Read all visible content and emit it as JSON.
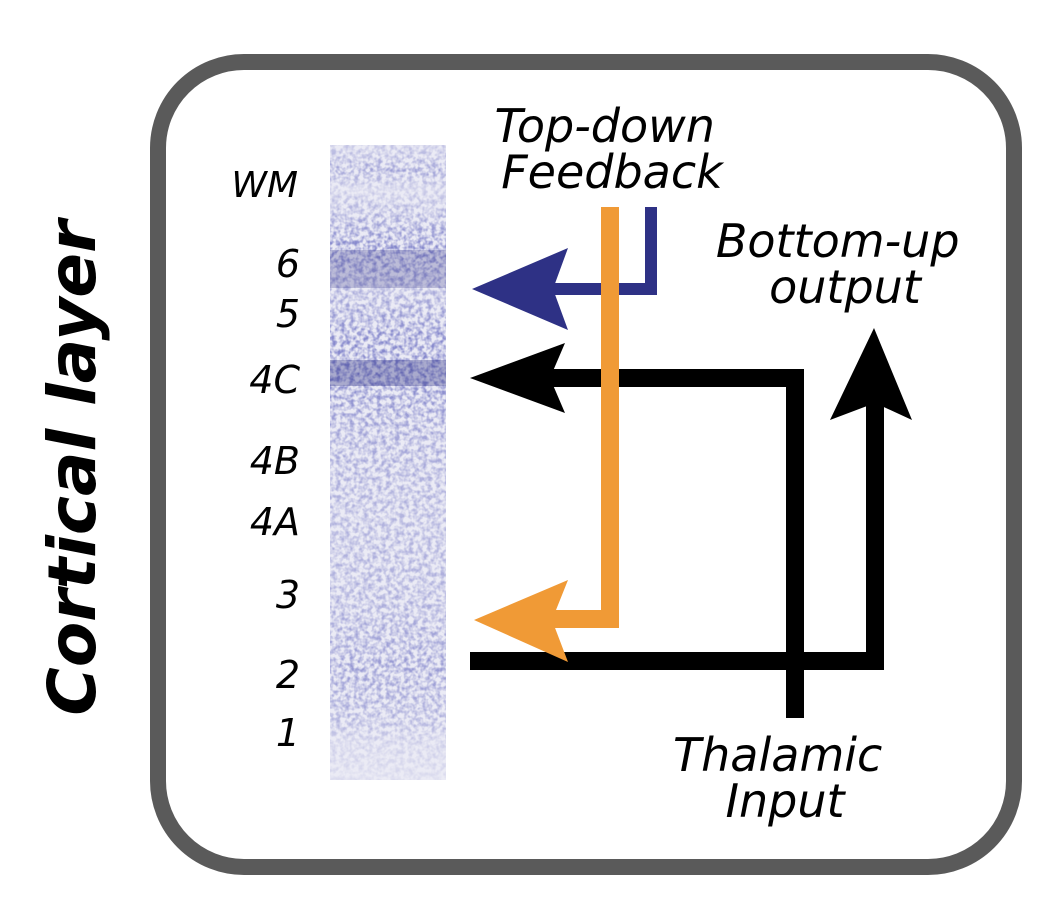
{
  "figure": {
    "y_axis_title": "Cortical layer",
    "layers": [
      "WM",
      "6",
      "5",
      "4C",
      "4B",
      "4A",
      "3",
      "2",
      "1"
    ],
    "pathways": [
      {
        "label_lines": [
          "Top-down",
          "Feedback"
        ],
        "color": "#2e3185"
      },
      {
        "label_lines": [
          "Bottom-up",
          "output"
        ],
        "color": "#000000"
      },
      {
        "label_lines": [
          "Thalamic",
          "Input"
        ],
        "color": "#000000"
      }
    ],
    "feedback_branch_color": "#f09a36",
    "frame_color": "#5a5a5a",
    "stain_color": "#3a3c9a"
  }
}
